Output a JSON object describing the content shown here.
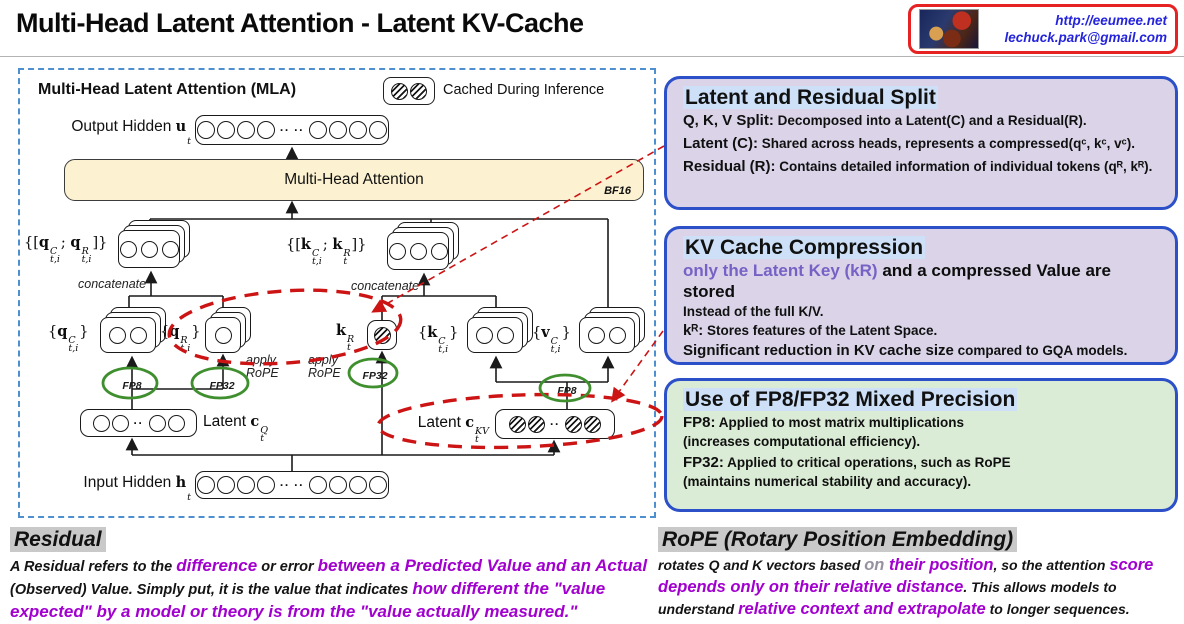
{
  "header": {
    "title": "Multi-Head Latent Attention - Latent KV-Cache",
    "logo": {
      "url": "http://eeumee.net",
      "email": "lechuck.park@gmail.com"
    }
  },
  "diagram": {
    "title": "Multi-Head Latent Attention (MLA)",
    "legend_label": "Cached During Inference",
    "dots2": "··",
    "dots4": "··  ··",
    "output": {
      "prefix": "Output Hidden ",
      "var": "u",
      "sub": "t"
    },
    "input": {
      "prefix": "Input Hidden ",
      "var": "h",
      "sub": "t"
    },
    "mha": {
      "label": "Multi-Head Attention",
      "precision": "BF16"
    },
    "concat_left": "concatenate",
    "concat_right": "concatenate",
    "apply_rope_q": "apply\nRoPE",
    "apply_rope_k": "apply\nRoPE",
    "fp": {
      "q_latent": "FP8",
      "q_rope": "FP32",
      "k_rope": "FP32",
      "kv": "FP8"
    },
    "labels": {
      "q_cat": {
        "open": "{[",
        "v1": "q",
        "sup1": "C",
        "sub1": "t,i",
        "sep": "; ",
        "v2": "q",
        "sup2": "R",
        "sub2": "t,i",
        "close": "]}"
      },
      "k_cat": {
        "open": "{[",
        "v1": "k",
        "sup1": "C",
        "sub1": "t,i",
        "sep": "; ",
        "v2": "k",
        "sup2": "R",
        "sub2": "t",
        "close": "]}"
      },
      "q_c": {
        "open": "{",
        "v": "q",
        "sup": "C",
        "sub": "t,i",
        "close": "}"
      },
      "q_r": {
        "open": "{",
        "v": "q",
        "sup": "R",
        "sub": "t,i",
        "close": "}"
      },
      "k_r": {
        "v": "k",
        "sup": "R",
        "sub": "t"
      },
      "k_c": {
        "open": "{",
        "v": "k",
        "sup": "C",
        "sub": "t,i",
        "close": "}"
      },
      "v_c": {
        "open": "{",
        "v": "v",
        "sup": "C",
        "sub": "t,i",
        "close": "}"
      },
      "latent_q": {
        "prefix": "Latent ",
        "v": "c",
        "sup": "Q",
        "sub": "t"
      },
      "latent_kv": {
        "prefix": "Latent ",
        "v": "c",
        "sup": "KV",
        "sub": "t"
      }
    }
  },
  "info_boxes": [
    {
      "title": "Latent and Residual Split",
      "lines": [
        {
          "lead": "Q, K, V Split:",
          "rest": " Decomposed into a Latent(C) and a Residual(R)."
        },
        {
          "lead": "Latent (C):",
          "rest": " Shared across heads, represents a compressed(qᶜ, kᶜ, vᶜ)."
        },
        {
          "lead": "Residual (R):",
          "rest": " Contains detailed information of individual tokens (qᴿ, kᴿ)."
        }
      ]
    },
    {
      "title": "KV Cache Compression",
      "highlight_purple": "only the Latent Key (kR) ",
      "highlight_black": "and a compressed Value are stored",
      "line2": "Instead of the full K/V.",
      "line3_lead": "kᴿ:",
      "line3_rest": " Stores features of the Latent Space.",
      "line4_lead": "Significant reduction in KV cache size",
      "line4_rest": " compared to GQA models."
    },
    {
      "title": "Use of FP8/FP32 Mixed Precision",
      "lines": [
        {
          "lead": "FP8:",
          "rest": " Applied to most matrix multiplications"
        },
        {
          "lead": "",
          "rest": "(increases computational efficiency)."
        },
        {
          "lead": "FP32:",
          "rest": " Applied to critical operations, such as RoPE"
        },
        {
          "lead": "",
          "rest": "(maintains numerical stability and accuracy)."
        }
      ]
    }
  ],
  "notes": {
    "residual": {
      "heading": "Residual",
      "segments": [
        {
          "t": "A Residual refers to the ",
          "c": "black"
        },
        {
          "t": "difference",
          "c": "purple"
        },
        {
          "t": " or error ",
          "c": "black"
        },
        {
          "t": "between a Predicted Value and an Actual ",
          "c": "purple"
        },
        {
          "t": "(Observed) Value. Simply put, it is the value that indicates ",
          "c": "black"
        },
        {
          "t": "how different the \"value expected\" by a model or theory is from the \"value actually measured.\"",
          "c": "purple"
        }
      ]
    },
    "rope": {
      "heading": "RoPE (Rotary Position Embedding)",
      "segments": [
        {
          "t": "rotates Q and K vectors based ",
          "c": "black"
        },
        {
          "t": "on ",
          "c": "gray"
        },
        {
          "t": "their position",
          "c": "purple"
        },
        {
          "t": ", so the attention ",
          "c": "black"
        },
        {
          "t": "score depends only on their relative distance",
          "c": "purple"
        },
        {
          "t": ". This allows models to understand ",
          "c": "black"
        },
        {
          "t": "relative context and extrapolate",
          "c": "purple"
        },
        {
          "t": " to longer sequences.",
          "c": "black"
        }
      ]
    }
  },
  "colors": {
    "info_border": "#2b50c8",
    "info_bg_lavender": "#dbd4e9",
    "info_bg_green": "#daecd5",
    "title_highlight": "#cde0f7",
    "purple_text": "#a200cf",
    "info_purple": "#7661c5",
    "mha_fill": "#fcf1d0",
    "panel_dash": "#4e8fd0",
    "red_annotation": "#cc1414",
    "green_ellipse": "#3f8f2f",
    "note_heading_bg": "#c9c9c9",
    "logo_border": "#e62222",
    "logo_text": "#2424dd"
  }
}
